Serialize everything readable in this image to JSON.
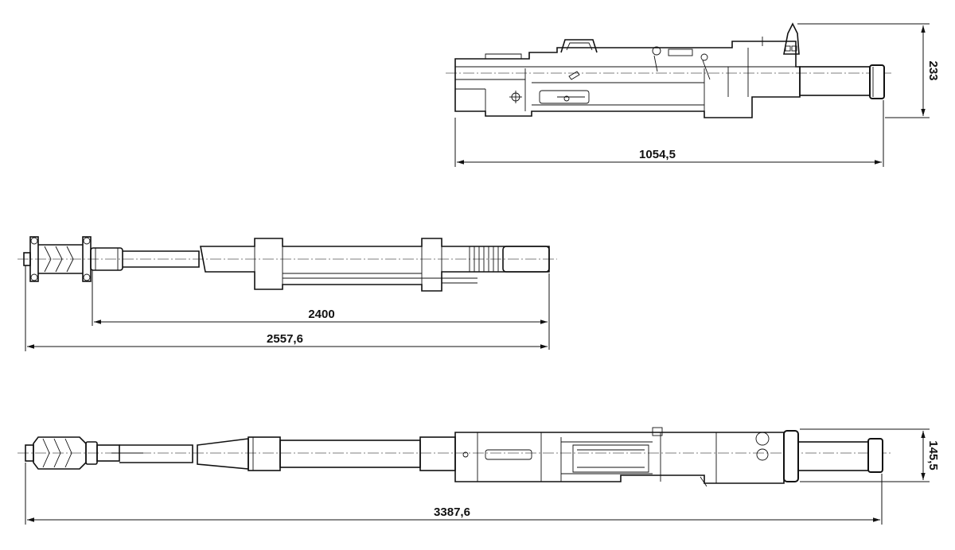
{
  "dimensions": {
    "top_length": "1054,5",
    "top_height": "233",
    "middle_inner_length": "2400",
    "middle_overall_length": "2557,6",
    "bottom_length": "3387,6",
    "bottom_height": "145,5"
  },
  "colors": {
    "line": "#111111",
    "background": "#ffffff"
  }
}
